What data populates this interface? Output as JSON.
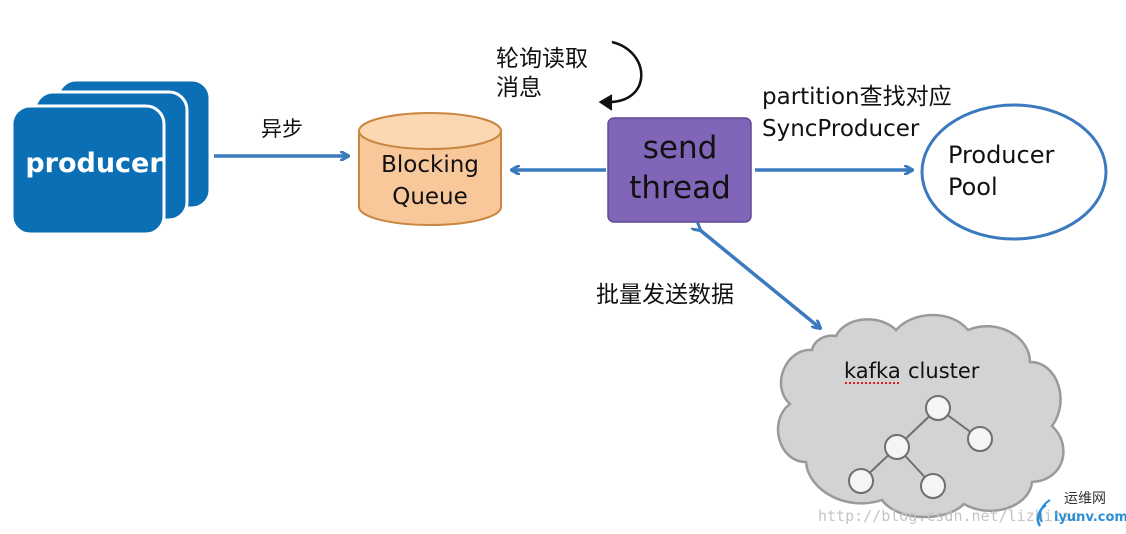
{
  "producer_label": "producer",
  "async_label": "异步",
  "queue": {
    "line1": "Blocking",
    "line2": "Queue"
  },
  "poll_label": {
    "line1": "轮询读取",
    "line2": "消息"
  },
  "send_thread": {
    "line1": "send",
    "line2": "thread"
  },
  "lookup_label": {
    "line1": "partition查找对应",
    "line2": "SyncProducer"
  },
  "producer_pool": {
    "line1": "Producer",
    "line2": "Pool"
  },
  "batch_send_label": "批量发送数据",
  "kafka_cluster_label": {
    "word1": "kafka",
    "word2": "cluster"
  },
  "watermark": {
    "url": "http://blog.csdn.net/lizhitao",
    "brand_cn": "运维网",
    "brand_domain": "iyunv.com"
  },
  "colors": {
    "producer_blue": "#0a6fb5",
    "arrow_blue": "#3b7abf",
    "queue_fill": "#f8c89a",
    "queue_stroke": "#c9873f",
    "send_thread_fill": "#8065b8",
    "pool_stroke": "#3b7abf",
    "cloud_fill": "#d3d3d3",
    "cloud_stroke": "#9a9a9a",
    "node_fill": "#f5f5f5",
    "node_stroke": "#6f6f6f",
    "spellcheck_red": "#e01e1e"
  },
  "icons": {
    "loop_arrow": "curved-return-arrow-icon",
    "tree": "cluster-tree-icon"
  }
}
